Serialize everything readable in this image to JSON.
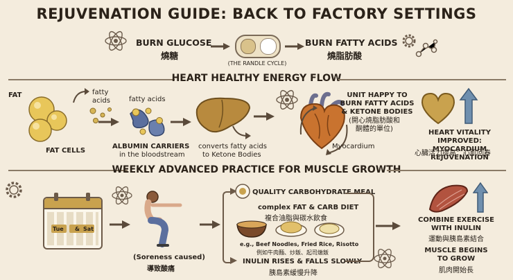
{
  "title": "REJUVENATION GUIDE: BACK TO FACTORY SETTINGS",
  "top": {
    "left_en": "BURN GLUCOSE",
    "left_zh": "燒糖",
    "switch_caption": "(THE RANDLE CYCLE)",
    "right_en": "BURN FATTY ACIDS",
    "right_zh": "燒脂肪酸"
  },
  "heart_section": {
    "heading": "HEART HEALTHY ENERGY FLOW",
    "fat_label": "FAT",
    "fatty_acids_label": "fatty acids",
    "fat_cells_label": "FAT CELLS",
    "fatty_acids_mid": "fatty acids",
    "albumin_line1": "ALBUMIN CARRIERS",
    "albumin_line2": "in the bloodstream",
    "liver_line1": "converts fatty acids",
    "liver_line2": "to Ketone Bodies",
    "heart_line1": "UNIT HAPPY TO",
    "heart_line2": "BURN FATTY ACIDS",
    "heart_line3": "& KETONE BODIES",
    "heart_zh1": "(開心燒脂肪酸和",
    "heart_zh2": "酮體的單位)",
    "myocardium": "Myocardium",
    "vitality_line1": "HEART VITALITY IMPROVED:",
    "vitality_line2": "MYOCARDIUM REJUVENATION",
    "vitality_zh": "心臟活力提高：心肌回春"
  },
  "muscle_section": {
    "heading": "WEEKLY ADVANCED PRACTICE FOR MUSCLE GROWTH",
    "calendar_tue": "Tue",
    "calendar_amp": "&",
    "calendar_sat": "Sat",
    "soreness_en": "(Soreness caused)",
    "soreness_zh": "導致酸痛",
    "meal_title": "QUALITY CARBOHYDRATE MEAL",
    "diet_en": "complex FAT & CARB DIET",
    "diet_zh": "複合油脂與碳水飲食",
    "examples_en": "e.g., Beef Noodles, Fried Rice, Risotto",
    "examples_zh": "例如牛肉麵、炒飯、起司燉飯",
    "insulin_en": "INULIN RISES & FALLS SLOWLY",
    "insulin_zh": "胰島素緩慢升降",
    "combine_line1": "COMBINE EXERCISE",
    "combine_line2": "WITH INULIN",
    "combine_zh": "運動與胰島素結合",
    "growth_line1": "MUSCLE BEGINS",
    "growth_line2": "TO GROW",
    "growth_zh": "肌肉開始長"
  },
  "colors": {
    "background": "#f4ecdd",
    "fat": "#e8c65a",
    "albumin": "#5b6f9e",
    "liver": "#b88a3e",
    "heart": "#c9732f",
    "up_arrow": "#6f8fae",
    "muscle": "#b2533f"
  }
}
